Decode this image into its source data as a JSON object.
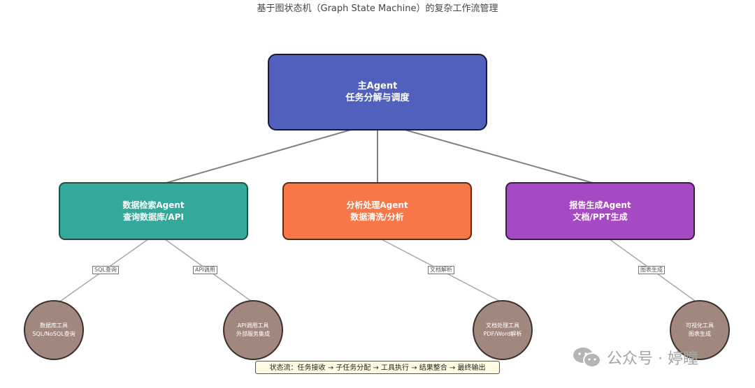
{
  "title": "基于图状态机（Graph State Machine）的复杂工作流管理",
  "main_agent": {
    "line1": "主Agent",
    "line2": "任务分解与调度",
    "color": "#5160bd"
  },
  "agents": [
    {
      "line1": "数据检索Agent",
      "line2": "查询数据库/API",
      "color": "#34a99b"
    },
    {
      "line1": "分析处理Agent",
      "line2": "数据清洗/分析",
      "color": "#f87749"
    },
    {
      "line1": "报告生成Agent",
      "line2": "文档/PPT生成",
      "color": "#a64ac3"
    }
  ],
  "edge_labels": [
    "SQL查询",
    "API调用",
    "文档解析",
    "图表生成"
  ],
  "tools": [
    {
      "line1": "数据库工具",
      "line2": "SQL/NoSQL查询"
    },
    {
      "line1": "API调用工具",
      "line2": "外部服务集成"
    },
    {
      "line1": "文档处理工具",
      "line2": "PDF/Word解析"
    },
    {
      "line1": "可视化工具",
      "line2": "图表生成"
    }
  ],
  "tool_color": "#a1887f",
  "state_flow": "状态流：任务接收 → 子任务分配 → 工具执行 → 结果整合 → 最终输出",
  "watermark": {
    "text": "公众号 · 婷瞳",
    "icon": "wechat-icon"
  }
}
